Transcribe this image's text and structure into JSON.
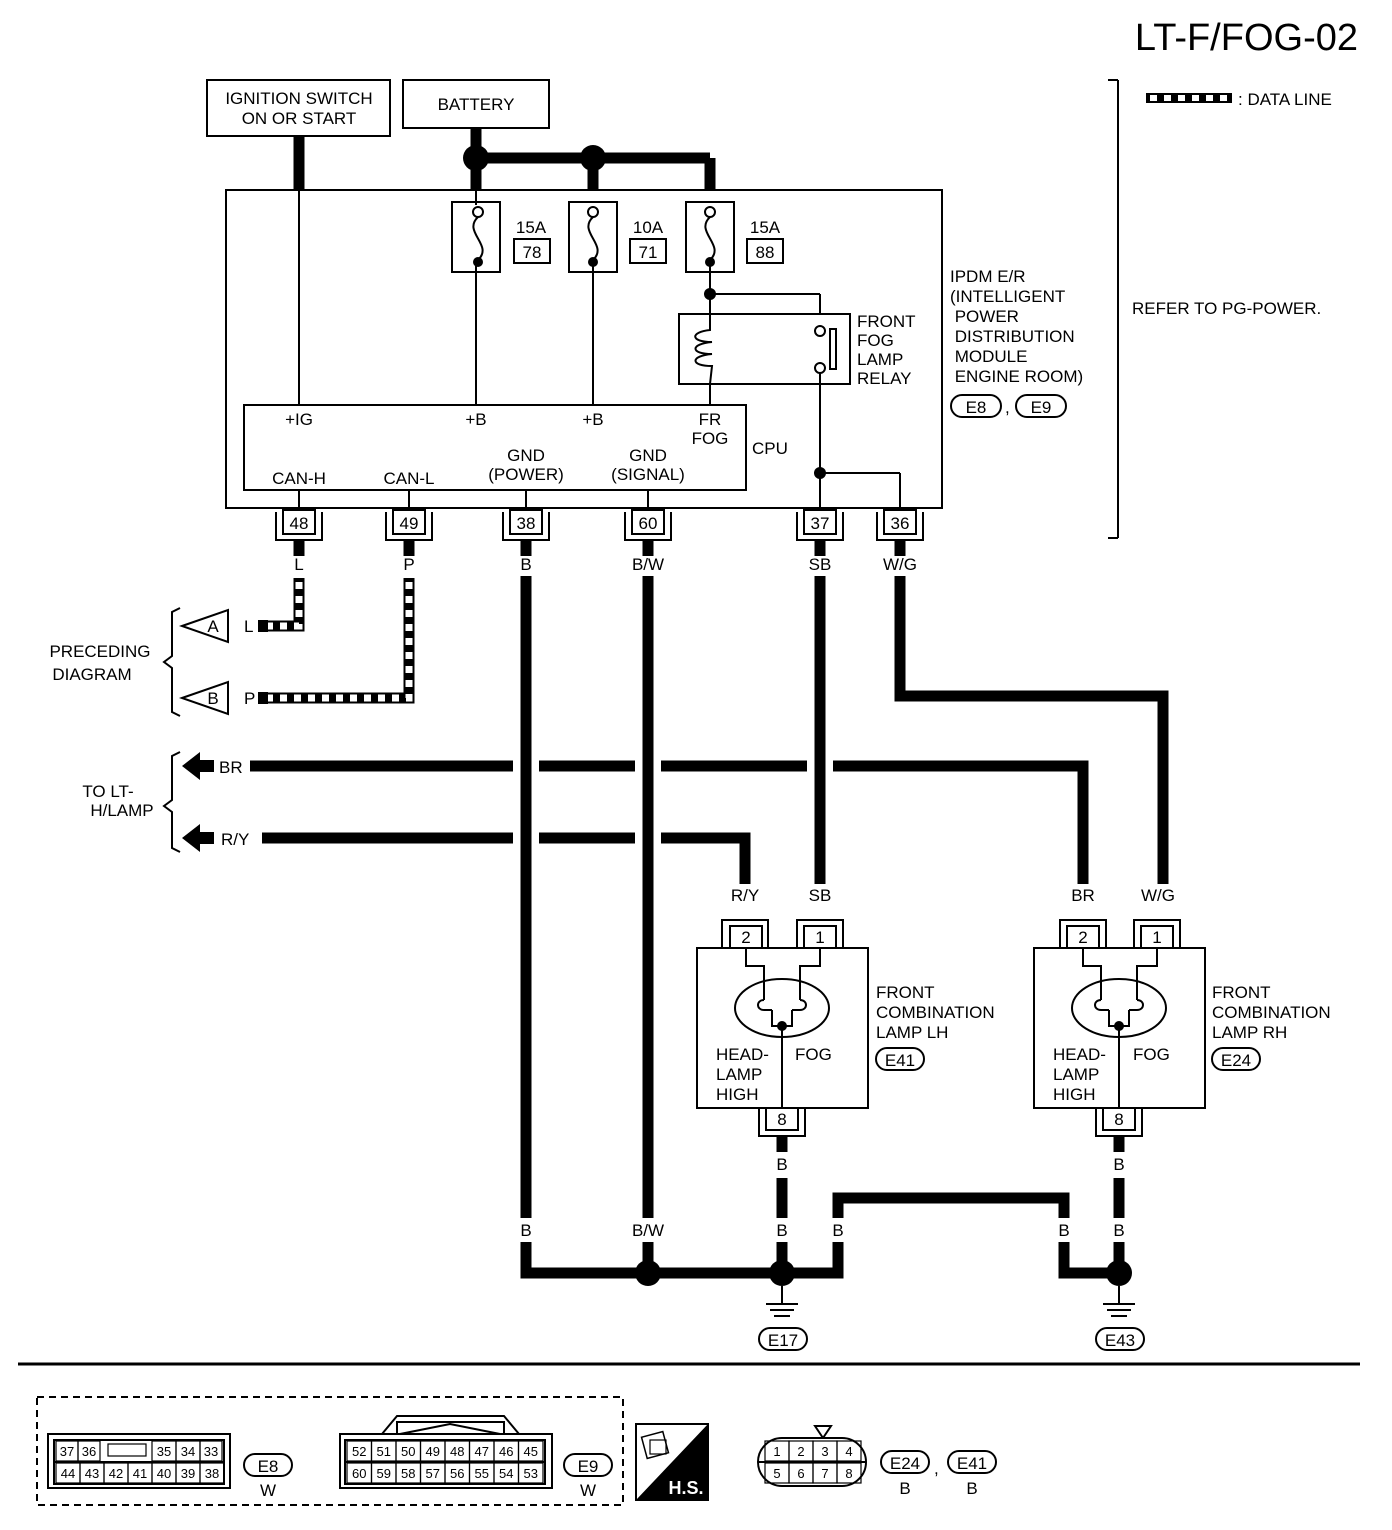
{
  "page_code": "LT-F/FOG-02",
  "legend": {
    "data_line": ": DATA LINE"
  },
  "sources": {
    "ignition": "IGNITION SWITCH",
    "ignition2": "ON OR START",
    "battery": "BATTERY"
  },
  "fuses": [
    {
      "rating": "15A",
      "number": "78"
    },
    {
      "rating": "10A",
      "number": "71"
    },
    {
      "rating": "15A",
      "number": "88"
    }
  ],
  "relay": [
    "FRONT",
    "FOG",
    "LAMP",
    "RELAY"
  ],
  "ipdm": {
    "lines": [
      "IPDM E/R",
      "(INTELLIGENT",
      " POWER",
      " DISTRIBUTION",
      " MODULE",
      " ENGINE ROOM)"
    ],
    "connectors": [
      "E8",
      "E9"
    ],
    "sep": ","
  },
  "refer": "REFER TO PG-POWER.",
  "cpu": {
    "label": "CPU",
    "top_pins": [
      "+IG",
      "+B",
      "+B",
      "FR",
      "FOG"
    ],
    "can_h": "CAN-H",
    "can_l": "CAN-L",
    "gnd_power": [
      "GND",
      "(POWER)"
    ],
    "gnd_signal": [
      "GND",
      "(SIGNAL)"
    ]
  },
  "terminals": [
    "48",
    "49",
    "38",
    "60",
    "37",
    "36"
  ],
  "wire_colors": {
    "c48": "L",
    "c49": "P",
    "c38": "B",
    "c60": "B/W",
    "c37": "SB",
    "c36": "W/G"
  },
  "preceding": {
    "label1": "PRECEDING",
    "label2": "DIAGRAM",
    "a": "A",
    "a_wire": "L",
    "b": "B",
    "b_wire": "P"
  },
  "to_hlamp": {
    "label1": "TO LT-",
    "label2": "H/LAMP",
    "w1": "BR",
    "w2": "R/Y"
  },
  "lamp_lh": {
    "wire2": "R/Y",
    "wire1": "SB",
    "pin2": "2",
    "pin1": "1",
    "pin8": "8",
    "head": [
      "HEAD-",
      "LAMP",
      "HIGH"
    ],
    "fog": "FOG",
    "name": [
      "FRONT",
      "COMBINATION",
      "LAMP LH"
    ],
    "conn": "E41",
    "ground_wire": "B"
  },
  "lamp_rh": {
    "wire2": "BR",
    "wire1": "W/G",
    "pin2": "2",
    "pin1": "1",
    "pin8": "8",
    "head": [
      "HEAD-",
      "LAMP",
      "HIGH"
    ],
    "fog": "FOG",
    "name": [
      "FRONT",
      "COMBINATION",
      "LAMP RH"
    ],
    "conn": "E24",
    "ground_wire": "B"
  },
  "ground_labels": {
    "g1": "B",
    "g2": "B/W",
    "g3": "B",
    "g4": "B",
    "g5": "B",
    "g6": "B"
  },
  "grounds": [
    "E17",
    "E43"
  ],
  "footer": {
    "e8_rows": [
      [
        "37",
        "36",
        "",
        "35",
        "34",
        "33"
      ],
      [
        "44",
        "43",
        "42",
        "41",
        "40",
        "39",
        "38"
      ]
    ],
    "e8_label": "E8",
    "e8_color": "W",
    "e9_rows": [
      [
        "52",
        "51",
        "50",
        "49",
        "48",
        "47",
        "46",
        "45"
      ],
      [
        "60",
        "59",
        "58",
        "57",
        "56",
        "55",
        "54",
        "53"
      ]
    ],
    "e9_label": "E9",
    "e9_color": "W",
    "hs": "H.S.",
    "lamp_rows": [
      [
        "1",
        "2",
        "3",
        "4"
      ],
      [
        "5",
        "6",
        "7",
        "8"
      ]
    ],
    "lamp_conns": [
      "E24",
      "E41"
    ],
    "lamp_sep": ",",
    "lamp_colors": [
      "B",
      "B"
    ]
  }
}
